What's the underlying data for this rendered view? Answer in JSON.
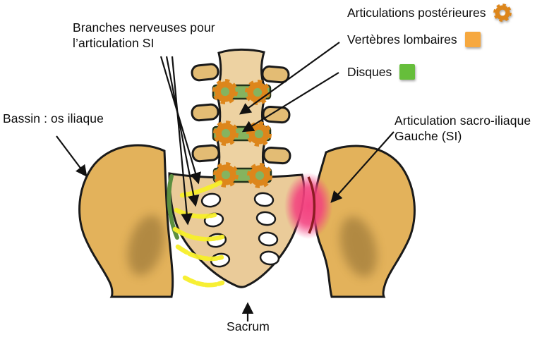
{
  "figure": {
    "labels": {
      "branches_nerveuses": "Branches nerveuses pour\nl’articulation SI",
      "bassin": "Bassin : os iliaque",
      "articulation_si": "Articulation  sacro-iliaque\nGauche (SI)",
      "sacrum": "Sacrum"
    },
    "legend": {
      "items": [
        {
          "label": "Articulations postérieures",
          "icon": "gear-icon",
          "color": "#DD861B"
        },
        {
          "label": "Vertèbres lombaires",
          "icon": "orange-square",
          "color": "#F6A83F"
        },
        {
          "label": "Disques",
          "icon": "green-square",
          "color": "#66BE3B"
        }
      ]
    },
    "colors": {
      "bone_tan": "#E3B25B",
      "sacrum_tan": "#EACB99",
      "vertebra_tan": "#EDD2A2",
      "process_tan": "#E3BC74",
      "disc_green": "#85B35F",
      "gear_orange": "#DD861B",
      "nerve_yellow": "#F7EF2A",
      "si_highlight_pink": "#F3407E",
      "si_joint_red": "#8C1C22",
      "si_strip_green": "#5C8F3F",
      "outline": "#1A1A1A"
    }
  }
}
